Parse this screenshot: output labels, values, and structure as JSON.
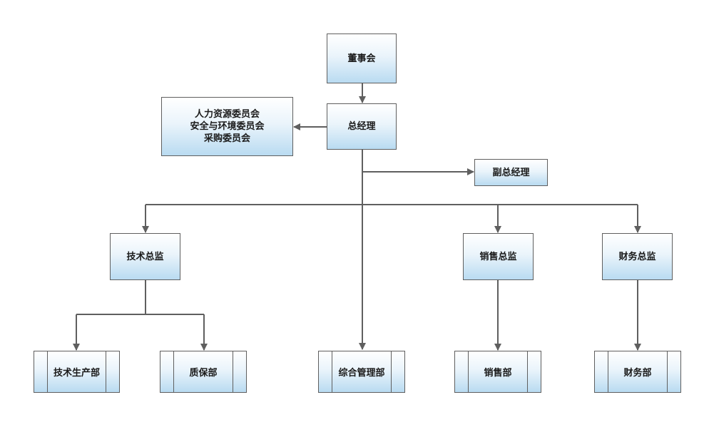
{
  "org": {
    "board": "董事会",
    "gm": "总经理",
    "committees": [
      "人力资源委员会",
      "安全与环境委员会",
      "采购委员会"
    ],
    "deputy_gm": "副总经理",
    "tech_director": "技术总监",
    "sales_director": "销售总监",
    "finance_director": "财务总监",
    "departments": {
      "tech_production": "技术生产部",
      "quality": "质保部",
      "general_admin": "综合管理部",
      "sales": "销售部",
      "finance": "财务部"
    }
  },
  "style": {
    "line_color": "#5f5f5f",
    "box_top": "#ffffff",
    "box_bottom": "#b9dbf1"
  }
}
